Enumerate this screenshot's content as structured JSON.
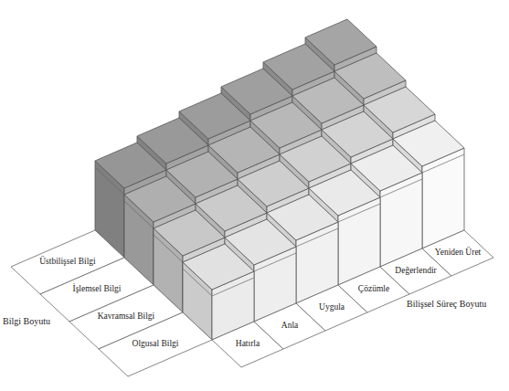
{
  "diagram": {
    "nodes": [
      {
        "text": [
          "Üstbilişsel Bilgi"
        ]
      },
      {
        "text": [
          "İşlemsel Bilgi"
        ]
      },
      {
        "text": [
          "Kavramsal Bilgi"
        ]
      },
      {
        "text": [
          "Olgusal Bilgi"
        ]
      },
      {
        "text": [
          "Hatırla"
        ]
      },
      {
        "text": [
          "Anla"
        ]
      },
      {
        "text": [
          "Uygula"
        ]
      },
      {
        "text": [
          "Çözümle"
        ]
      },
      {
        "text": [
          "Değerlendir"
        ]
      },
      {
        "text": [
          "Yeniden Üret"
        ]
      }
    ],
    "labels": [
      "Bilgi Boyutu",
      "Bilişsel Süreç Boyutu"
    ]
  }
}
